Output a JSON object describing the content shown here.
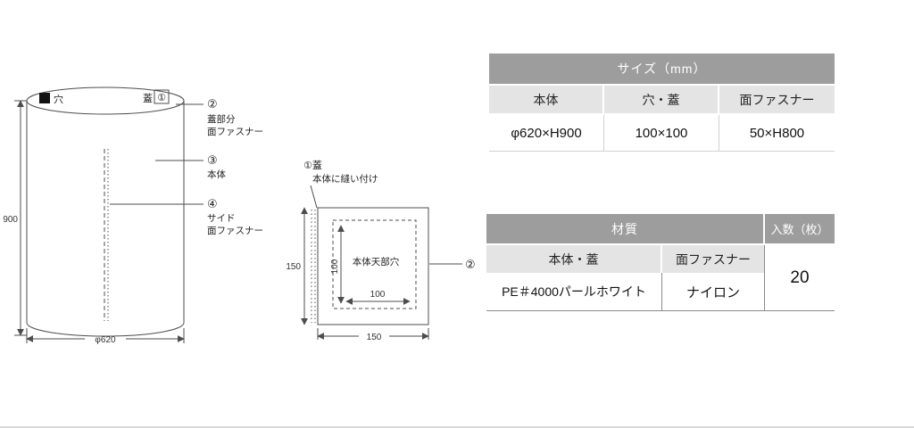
{
  "cylinder": {
    "hole": "穴",
    "lid": "蓋",
    "lid_num": "①",
    "dim_height": "900",
    "dim_diameter": "φ620",
    "callout2_num": "②",
    "callout2_line1": "蓋部分",
    "callout2_line2": "面ファスナー",
    "callout3_num": "③",
    "callout3_line1": "本体",
    "callout4_num": "④",
    "callout4_line1": "サイド",
    "callout4_line2": "面ファスナー"
  },
  "lid_detail": {
    "title": "①蓋",
    "subtitle": "本体に縫い付け",
    "center_label": "本体天部穴",
    "dim_left": "150",
    "dim_bottom": "150",
    "dim_inner_v": "100",
    "dim_inner_h": "100",
    "callout_num": "②"
  },
  "size_table": {
    "title": "サイズ（mm）",
    "columns": [
      "本体",
      "穴・蓋",
      "面ファスナー"
    ],
    "values": [
      "φ620×H900",
      "100×100",
      "50×H800"
    ]
  },
  "material_table": {
    "title": "材質",
    "qty_title": "入数（枚）",
    "columns": [
      "本体・蓋",
      "面ファスナー"
    ],
    "values": [
      "PE＃4000パールホワイト",
      "ナイロン"
    ],
    "qty_value": "20"
  },
  "colors": {
    "table_header": "#9d9d9d",
    "table_subheader": "#e4e4e4"
  }
}
